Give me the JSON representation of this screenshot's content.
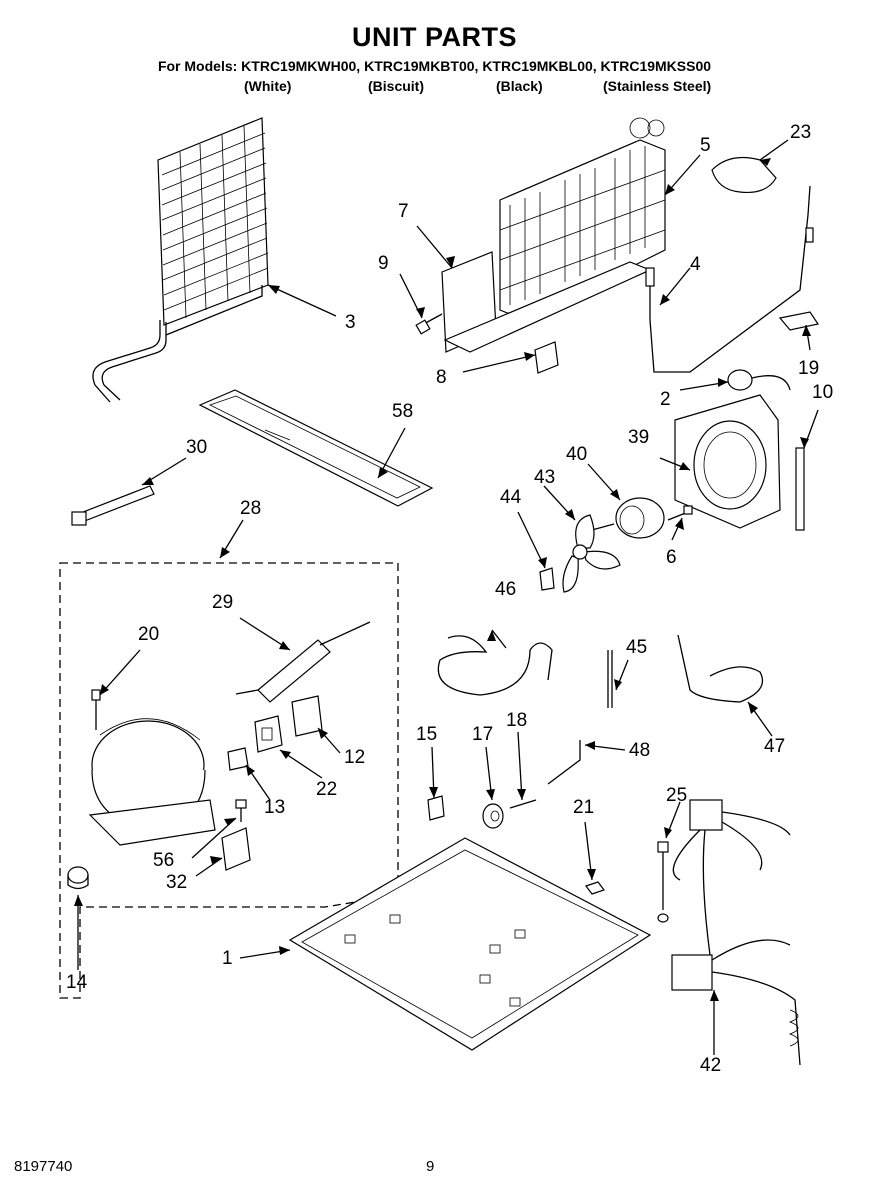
{
  "header": {
    "title": "UNIT PARTS",
    "models_line": "For Models: KTRC19MKWH00, KTRC19MKBT00, KTRC19MKBL00, KTRC19MKSS00",
    "colors": [
      "(White)",
      "(Biscuit)",
      "(Black)",
      "(Stainless Steel)"
    ]
  },
  "callouts": [
    "1",
    "2",
    "3",
    "4",
    "5",
    "6",
    "7",
    "8",
    "9",
    "10",
    "12",
    "13",
    "14",
    "15",
    "17",
    "18",
    "19",
    "20",
    "21",
    "22",
    "23",
    "25",
    "28",
    "29",
    "30",
    "32",
    "39",
    "40",
    "42",
    "43",
    "44",
    "45",
    "46",
    "47",
    "48",
    "56",
    "58"
  ],
  "footer": {
    "doc_number": "8197740",
    "page_number": "9"
  }
}
